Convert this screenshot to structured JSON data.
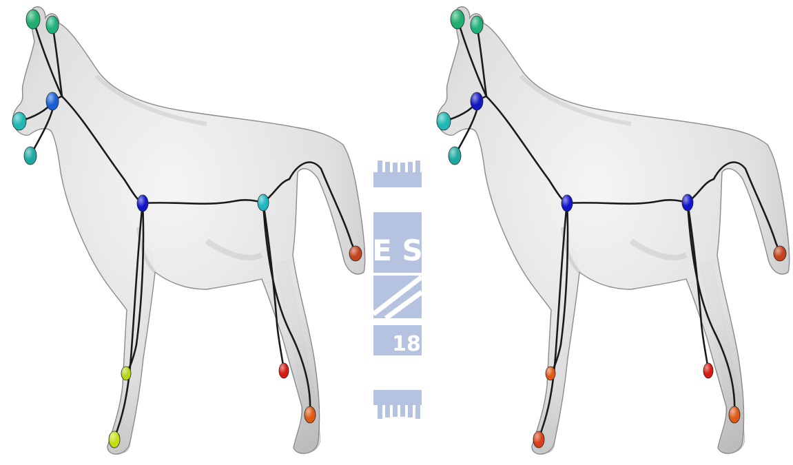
{
  "panels": [
    {
      "id": "left",
      "joints": [
        {
          "name": "ear-left-node",
          "color": "#1fae6e"
        },
        {
          "name": "ear-right-node",
          "color": "#1fb07a"
        },
        {
          "name": "head-node",
          "color": "#1a5fd4"
        },
        {
          "name": "muzzle-upper-node",
          "color": "#20b7b4"
        },
        {
          "name": "muzzle-lower-node",
          "color": "#1ea9a0"
        },
        {
          "name": "shoulder-node",
          "color": "#1216c8"
        },
        {
          "name": "hip-node",
          "color": "#1bb6c0"
        },
        {
          "name": "tail-tip-node",
          "color": "#c4431c"
        },
        {
          "name": "front-knee-node",
          "color": "#b7d41a"
        },
        {
          "name": "front-hoof-node",
          "color": "#c6de14"
        },
        {
          "name": "hind-knee-node",
          "color": "#d81a12"
        },
        {
          "name": "hind-hoof-node",
          "color": "#df5a16"
        }
      ]
    },
    {
      "id": "right",
      "joints": [
        {
          "name": "ear-left-node",
          "color": "#1fae6e"
        },
        {
          "name": "ear-right-node",
          "color": "#1fb07a"
        },
        {
          "name": "head-node",
          "color": "#1218c0"
        },
        {
          "name": "muzzle-upper-node",
          "color": "#20b7b4"
        },
        {
          "name": "muzzle-lower-node",
          "color": "#1ea9a0"
        },
        {
          "name": "shoulder-node",
          "color": "#1216c8"
        },
        {
          "name": "hip-node",
          "color": "#1216c8"
        },
        {
          "name": "tail-tip-node",
          "color": "#c4431c"
        },
        {
          "name": "front-knee-node",
          "color": "#df5a16"
        },
        {
          "name": "front-hoof-node",
          "color": "#d8401a"
        },
        {
          "name": "hind-knee-node",
          "color": "#d81a12"
        },
        {
          "name": "hind-hoof-node",
          "color": "#df5a16"
        }
      ]
    }
  ],
  "watermark": {
    "letters": "E S",
    "number": "18"
  },
  "colors": {
    "mesh_fill": "#d9d9d9",
    "mesh_edge": "#8a8a8a",
    "skeleton": "#1a1a1a",
    "watermark": "#aebcdd"
  }
}
